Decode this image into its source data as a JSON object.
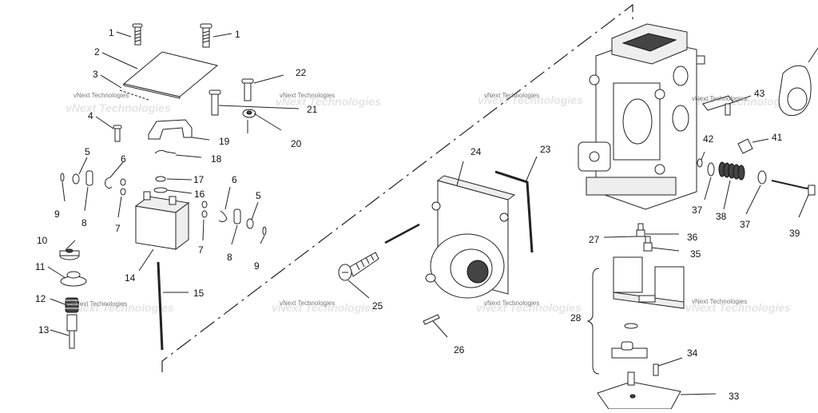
{
  "callouts": [
    {
      "id": "c1a",
      "text": "1"
    },
    {
      "id": "c1b",
      "text": "1"
    },
    {
      "id": "c2",
      "text": "2"
    },
    {
      "id": "c3",
      "text": "3"
    },
    {
      "id": "c4",
      "text": "4"
    },
    {
      "id": "c5a",
      "text": "5"
    },
    {
      "id": "c5b",
      "text": "5"
    },
    {
      "id": "c6a",
      "text": "6"
    },
    {
      "id": "c6b",
      "text": "6"
    },
    {
      "id": "c7a",
      "text": "7"
    },
    {
      "id": "c7b",
      "text": "7"
    },
    {
      "id": "c8a",
      "text": "8"
    },
    {
      "id": "c8b",
      "text": "8"
    },
    {
      "id": "c9a",
      "text": "9"
    },
    {
      "id": "c9b",
      "text": "9"
    },
    {
      "id": "c10",
      "text": "10"
    },
    {
      "id": "c11",
      "text": "11"
    },
    {
      "id": "c12",
      "text": "12"
    },
    {
      "id": "c13",
      "text": "13"
    },
    {
      "id": "c14",
      "text": "14"
    },
    {
      "id": "c15",
      "text": "15"
    },
    {
      "id": "c16",
      "text": "16"
    },
    {
      "id": "c17",
      "text": "17"
    },
    {
      "id": "c18",
      "text": "18"
    },
    {
      "id": "c19",
      "text": "19"
    },
    {
      "id": "c20",
      "text": "20"
    },
    {
      "id": "c21",
      "text": "21"
    },
    {
      "id": "c22",
      "text": "22"
    },
    {
      "id": "c23",
      "text": "23"
    },
    {
      "id": "c24",
      "text": "24"
    },
    {
      "id": "c25",
      "text": "25"
    },
    {
      "id": "c26",
      "text": "26"
    },
    {
      "id": "c27",
      "text": "27"
    },
    {
      "id": "c28",
      "text": "28"
    },
    {
      "id": "c33",
      "text": "33"
    },
    {
      "id": "c34",
      "text": "34"
    },
    {
      "id": "c35",
      "text": "35"
    },
    {
      "id": "c36",
      "text": "36"
    },
    {
      "id": "c37a",
      "text": "37"
    },
    {
      "id": "c37b",
      "text": "37"
    },
    {
      "id": "c38",
      "text": "38"
    },
    {
      "id": "c39",
      "text": "39"
    },
    {
      "id": "c41",
      "text": "41"
    },
    {
      "id": "c42",
      "text": "42"
    },
    {
      "id": "c43",
      "text": "43"
    }
  ],
  "watermark": {
    "text": "vNext Technologies"
  }
}
